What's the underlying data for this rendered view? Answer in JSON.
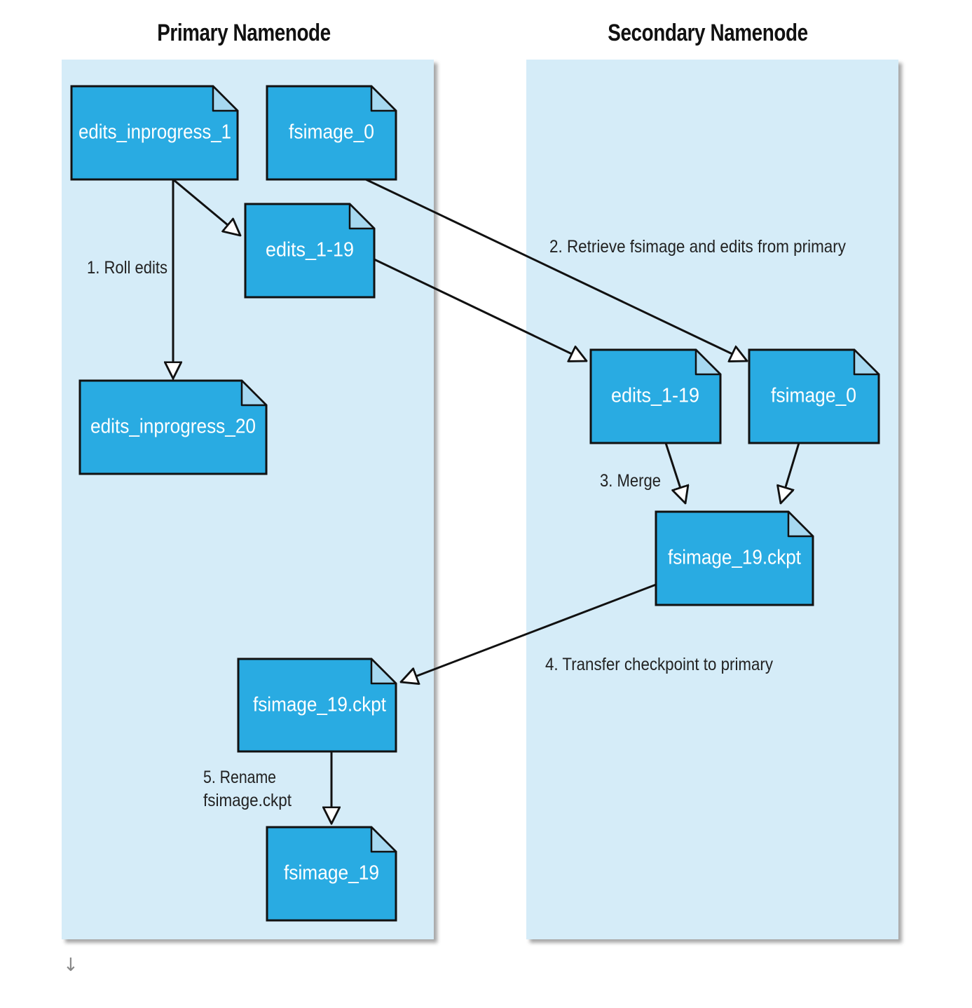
{
  "titles": {
    "primary": "Primary Namenode",
    "secondary": "Secondary Namenode"
  },
  "files": {
    "edits_inprogress_1": "edits_inprogress_1",
    "fsimage_0_primary": "fsimage_0",
    "edits_1_19_primary": "edits_1-19",
    "edits_inprogress_20": "edits_inprogress_20",
    "edits_1_19_secondary": "edits_1-19",
    "fsimage_0_secondary": "fsimage_0",
    "fsimage_19_ckpt_secondary": "fsimage_19.ckpt",
    "fsimage_19_ckpt_primary": "fsimage_19.ckpt",
    "fsimage_19": "fsimage_19"
  },
  "steps": {
    "roll_edits": "1. Roll edits",
    "retrieve": "2. Retrieve fsimage and edits from primary",
    "merge": "3. Merge",
    "transfer": "4. Transfer checkpoint to primary",
    "rename_line1": "5. Rename",
    "rename_line2": "fsimage.ckpt"
  },
  "colors": {
    "panel_background": "#d5ecf8",
    "file_fill": "#29abe2",
    "file_fold": "#a6d8f0",
    "stroke": "#111111"
  },
  "icons": {
    "cursor": "down-arrow-cursor-icon"
  }
}
